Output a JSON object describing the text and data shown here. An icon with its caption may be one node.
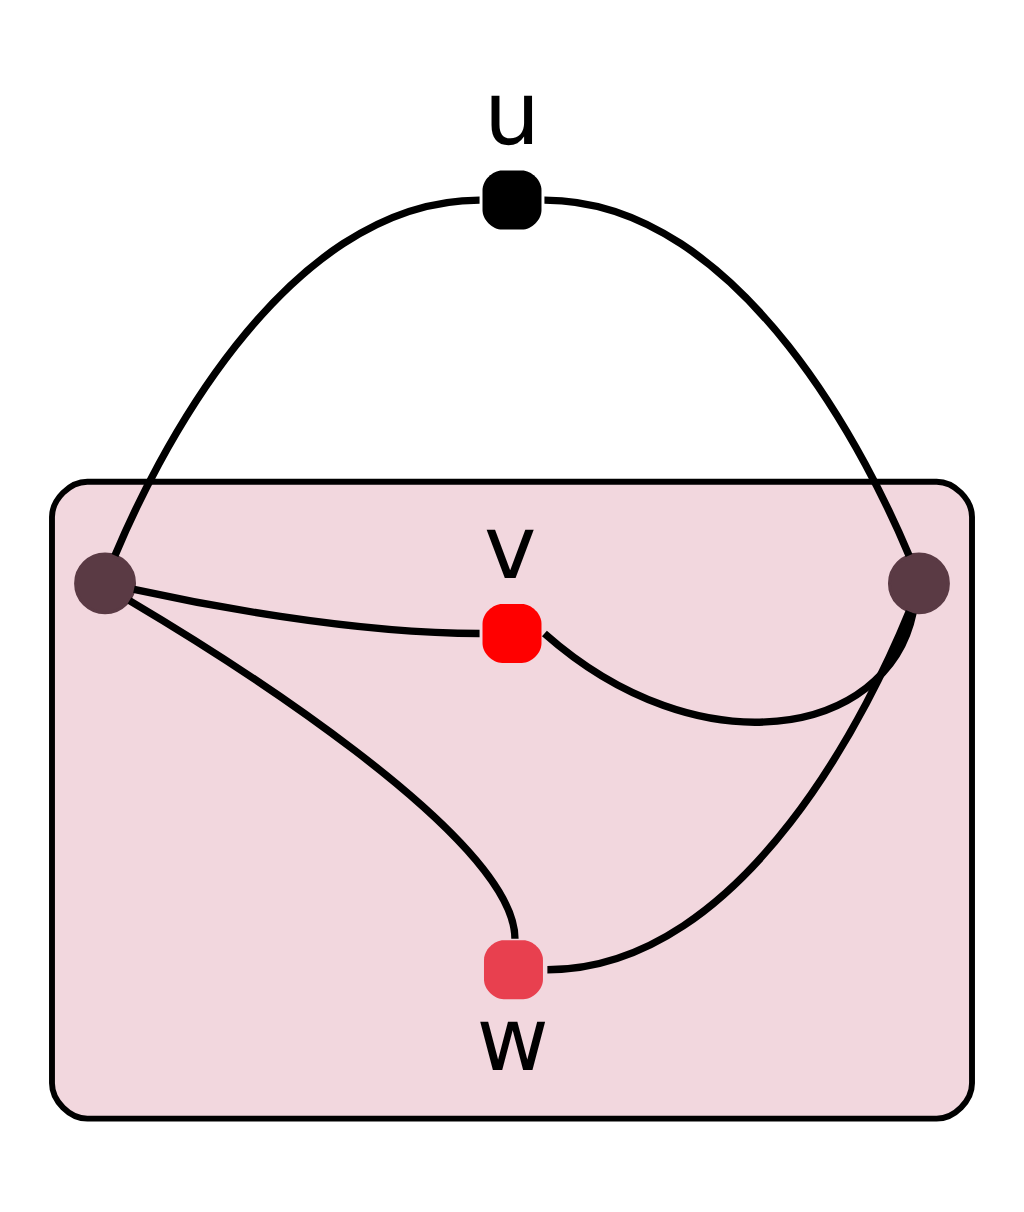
{
  "diagram": {
    "nodes": [
      {
        "text": [
          "u"
        ]
      },
      {
        "text": [],
        "shape": "triangle"
      },
      {
        "text": [],
        "shape": "circle",
        "in": 1
      },
      {
        "text": [
          "v"
        ],
        "in": 1
      },
      {
        "text": [],
        "shape": "circle",
        "in": 1
      },
      {
        "text": [
          "w"
        ],
        "in": 1
      }
    ],
    "edges": [
      {
        "from": 0,
        "to": 2,
        "arrow": "none"
      },
      {
        "from": 0,
        "to": 4,
        "arrow": "none"
      },
      {
        "from": 2,
        "to": 3,
        "arrow": "none"
      },
      {
        "from": 3,
        "to": 4,
        "arrow": "none"
      },
      {
        "from": 2,
        "to": 5,
        "arrow": "none"
      },
      {
        "from": 4,
        "to": 5,
        "arrow": "none"
      }
    ]
  }
}
